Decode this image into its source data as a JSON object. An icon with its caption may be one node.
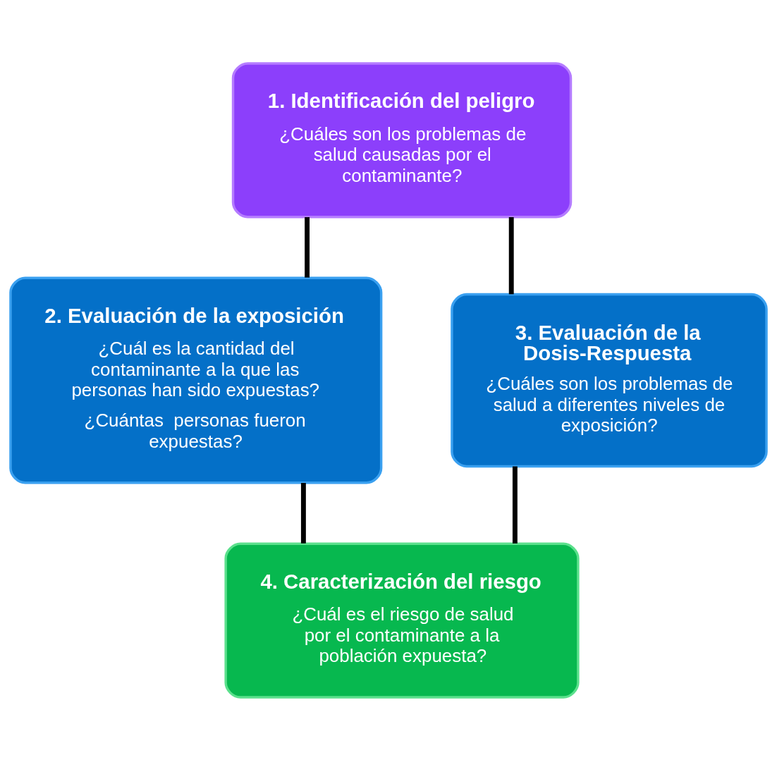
{
  "diagram": {
    "nodes": [
      {
        "text": [
          "1. Identificación del peligro",
          "¿Cuáles son los problemas de salud causadas por el contaminante?"
        ]
      },
      {
        "text": [
          "2. Evaluación de la exposición",
          "¿Cuál es la cantidad del contaminante a la que las personas han sido expuestas?",
          "¿Cuántas  personas fueron expuestas?"
        ]
      },
      {
        "text": [
          "3. Evaluación de la Dosis-Respuesta",
          "¿Cuáles son los problemas de salud a diferentes niveles de exposición?"
        ]
      },
      {
        "text": [
          "4. Caracterización del riesgo",
          "¿Cuál es el riesgo de salud por el contaminante a la población expuesta?"
        ]
      }
    ],
    "edges": [
      {
        "from": 0,
        "to": 1,
        "arrow": "none"
      },
      {
        "from": 0,
        "to": 2,
        "arrow": "none"
      },
      {
        "from": 1,
        "to": 3,
        "arrow": "none"
      },
      {
        "from": 2,
        "to": 3,
        "arrow": "none"
      }
    ]
  }
}
